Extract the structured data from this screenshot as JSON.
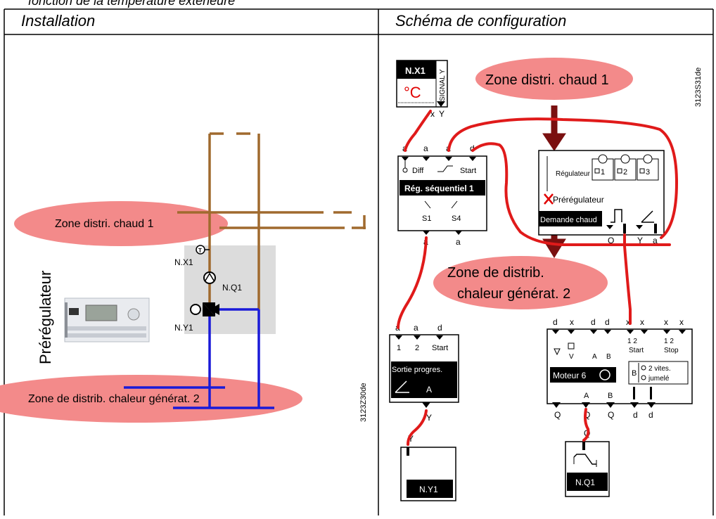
{
  "top_caption": "fonction de la température extérieure",
  "headers": {
    "left": "Installation",
    "right": "Schéma de configuration"
  },
  "installation": {
    "zone_hot": "Zone distri. chaud 1",
    "zone_gen": "Zone de distrib. chaleur générat. 2",
    "vertical_label": "Prérégulateur",
    "sensor": "N.X1",
    "pump": "N.Q1",
    "valve": "N.Y1",
    "doc_id": "3123Z30de"
  },
  "config": {
    "doc_id": "3123S31de",
    "zone_hot": "Zone distri. chaud 1",
    "zone_gen_line1": "Zone de distrib.",
    "zone_gen_line2": "chaleur générat. 2",
    "nx1": {
      "title": "N.X1",
      "unit": "°C",
      "signal": "SIGNAL Y",
      "x": "x",
      "y": "Y"
    },
    "seq": {
      "top_a1": "a",
      "top_a2": "a",
      "top_a3": "a",
      "top_d": "d",
      "diff": "Diff",
      "start": "Start",
      "title": "Rég. séquentiel 1",
      "s1": "S1",
      "s4": "S4",
      "bot_a1": "a",
      "bot_a2": "a"
    },
    "reg": {
      "regulateur": "Régulateur",
      "o1": "1",
      "o2": "2",
      "o3": "3",
      "preregulateur": "Prérégulateur",
      "demande": "Demande chaud",
      "q": "Q",
      "y": "Y",
      "a": "a"
    },
    "sortie": {
      "top_a1": "a",
      "top_a2": "a",
      "top_d": "d",
      "n1": "1",
      "n2": "2",
      "start": "Start",
      "title": "Sortie progres.",
      "a": "A",
      "y": "Y"
    },
    "moteur": {
      "top": [
        "d",
        "x",
        "d",
        "d",
        "x",
        "x",
        "x",
        "x"
      ],
      "v": "V",
      "a": "A",
      "b": "B",
      "start_nums": "1  2",
      "stop_nums": "1  2",
      "start": "Start",
      "stop": "Stop",
      "title": "Moteur 6",
      "b_box": "B",
      "opt1": "2 vites.",
      "opt2": "jumelé",
      "out_a": "A",
      "out_b": "B",
      "bottom": [
        "Q",
        "Q",
        "Q",
        "d",
        "d"
      ]
    },
    "ny1": {
      "y": "Y",
      "name": "N.Y1"
    },
    "nq1": {
      "q": "Q",
      "name": "N.Q1"
    }
  }
}
